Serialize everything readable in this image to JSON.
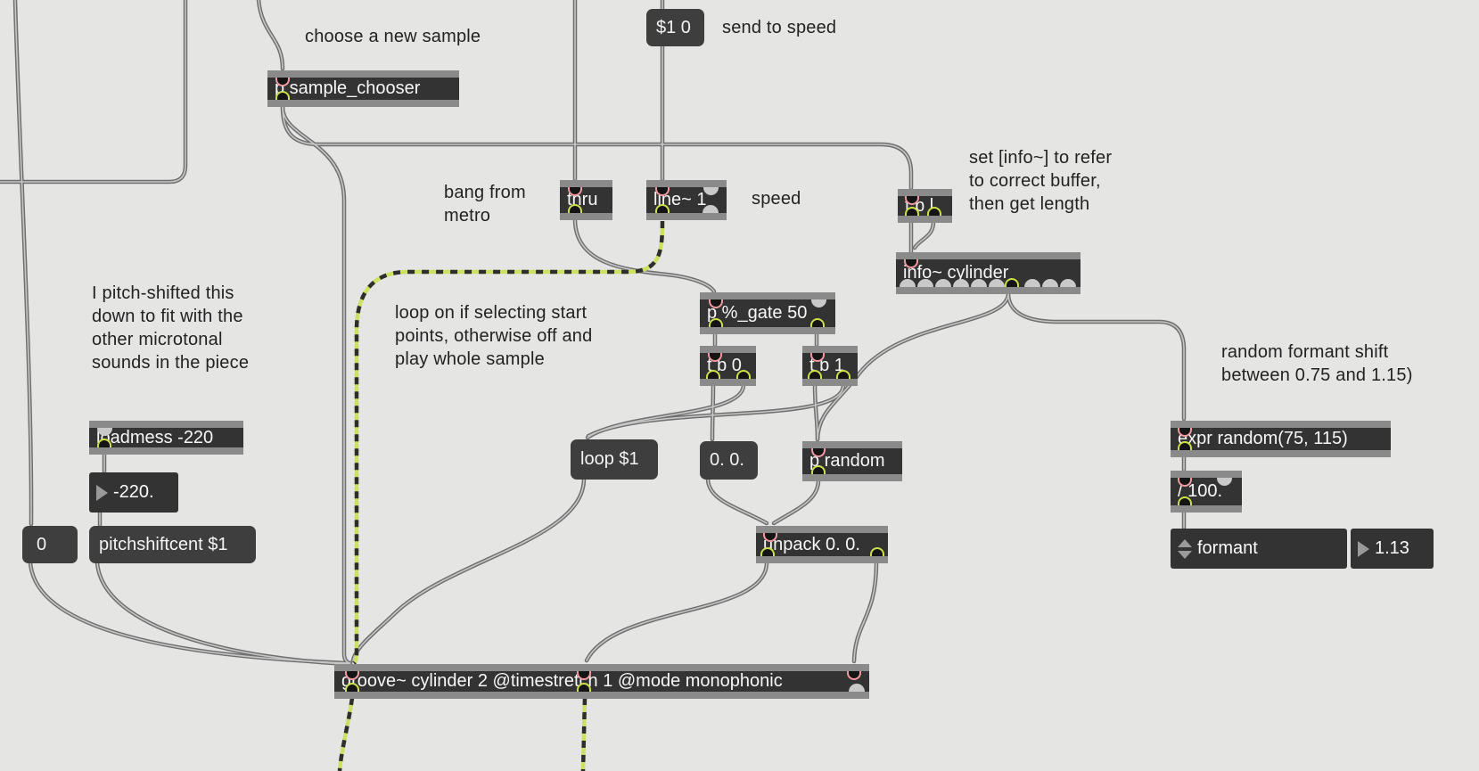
{
  "patch": {
    "comments": {
      "choose_sample": "choose a new sample",
      "send_to_speed": "send to speed",
      "bang_from_metro": "bang from\nmetro",
      "speed": "speed",
      "set_info": "set [info~] to refer\nto correct buffer,\nthen get length",
      "pitch_shifted": "I pitch-shifted this\ndown to fit with the\nother microtonal\nsounds in the piece",
      "loop_on": "loop on if selecting start\npoints, otherwise off and\nplay whole sample",
      "random_formant": "random formant shift\nbetween 0.75 and 1.15)"
    },
    "objects": {
      "sample_chooser": "p sample_chooser",
      "thru": "thru",
      "line": "line~ 1",
      "tbl": "t b l",
      "info": "info~ cylinder",
      "gate": "p %_gate 50",
      "tb0": "t b 0",
      "tb1": "t b 1",
      "p_random": "p random",
      "unpack": "unpack 0. 0.",
      "expr": "expr random(75, 115)",
      "div100": "/ 100.",
      "loadmess": "loadmess -220",
      "groove": "groove~ cylinder 2 @timestretch 1 @mode monophonic"
    },
    "messages": {
      "msg_1_0": "$1 0",
      "msg_0": "0",
      "pitchshift": "pitchshiftcent $1",
      "loop": "loop $1",
      "zerozero": "0. 0."
    },
    "numberboxes": {
      "cents": "-220.",
      "formant_value": "1.13"
    },
    "menus": {
      "formant": "formant"
    },
    "colors": {
      "background": "#e5e5e4",
      "object_body": "#333333",
      "object_strip": "#8a8a8a",
      "message_bg": "#3e3e3e",
      "box_text": "#f7f7f7",
      "comment_text": "#222222",
      "cord_outer": "#6f6f6f",
      "cord_core": "#c6c6c6",
      "signal_yellow_green": "#cde061",
      "signal_dark": "#2e2e2e",
      "inlet_ring_pink": "#f09aa0",
      "outlet_ring_green": "#cde04a"
    }
  }
}
